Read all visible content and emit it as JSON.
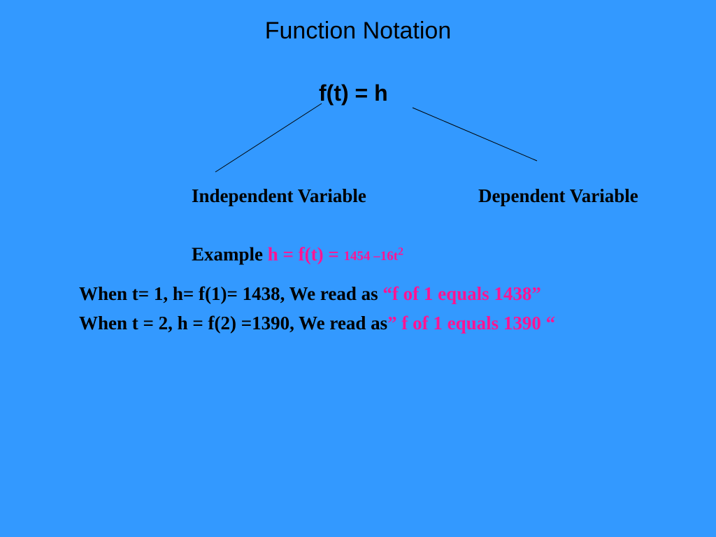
{
  "slide": {
    "title": "Function Notation",
    "formula": "f(t) = h",
    "labels": {
      "independent": "Independent Variable",
      "dependent": "Dependent Variable"
    },
    "example": {
      "prefix": "Example ",
      "equation": "h = f(t)  = ",
      "expression_base": "1454 –16t",
      "expression_exponent": "2"
    },
    "readings": [
      {
        "statement": "When t= 1,  h= f(1)= 1438,  We read as ",
        "spoken": "“f of 1 equals 1438”"
      },
      {
        "statement": "When t = 2, h = f(2) =1390, We read as",
        "spoken": "” f of 1 equals 1390 “"
      }
    ],
    "colors": {
      "background": "#3399ff",
      "text": "#000000",
      "accent": "#ff1493"
    }
  }
}
